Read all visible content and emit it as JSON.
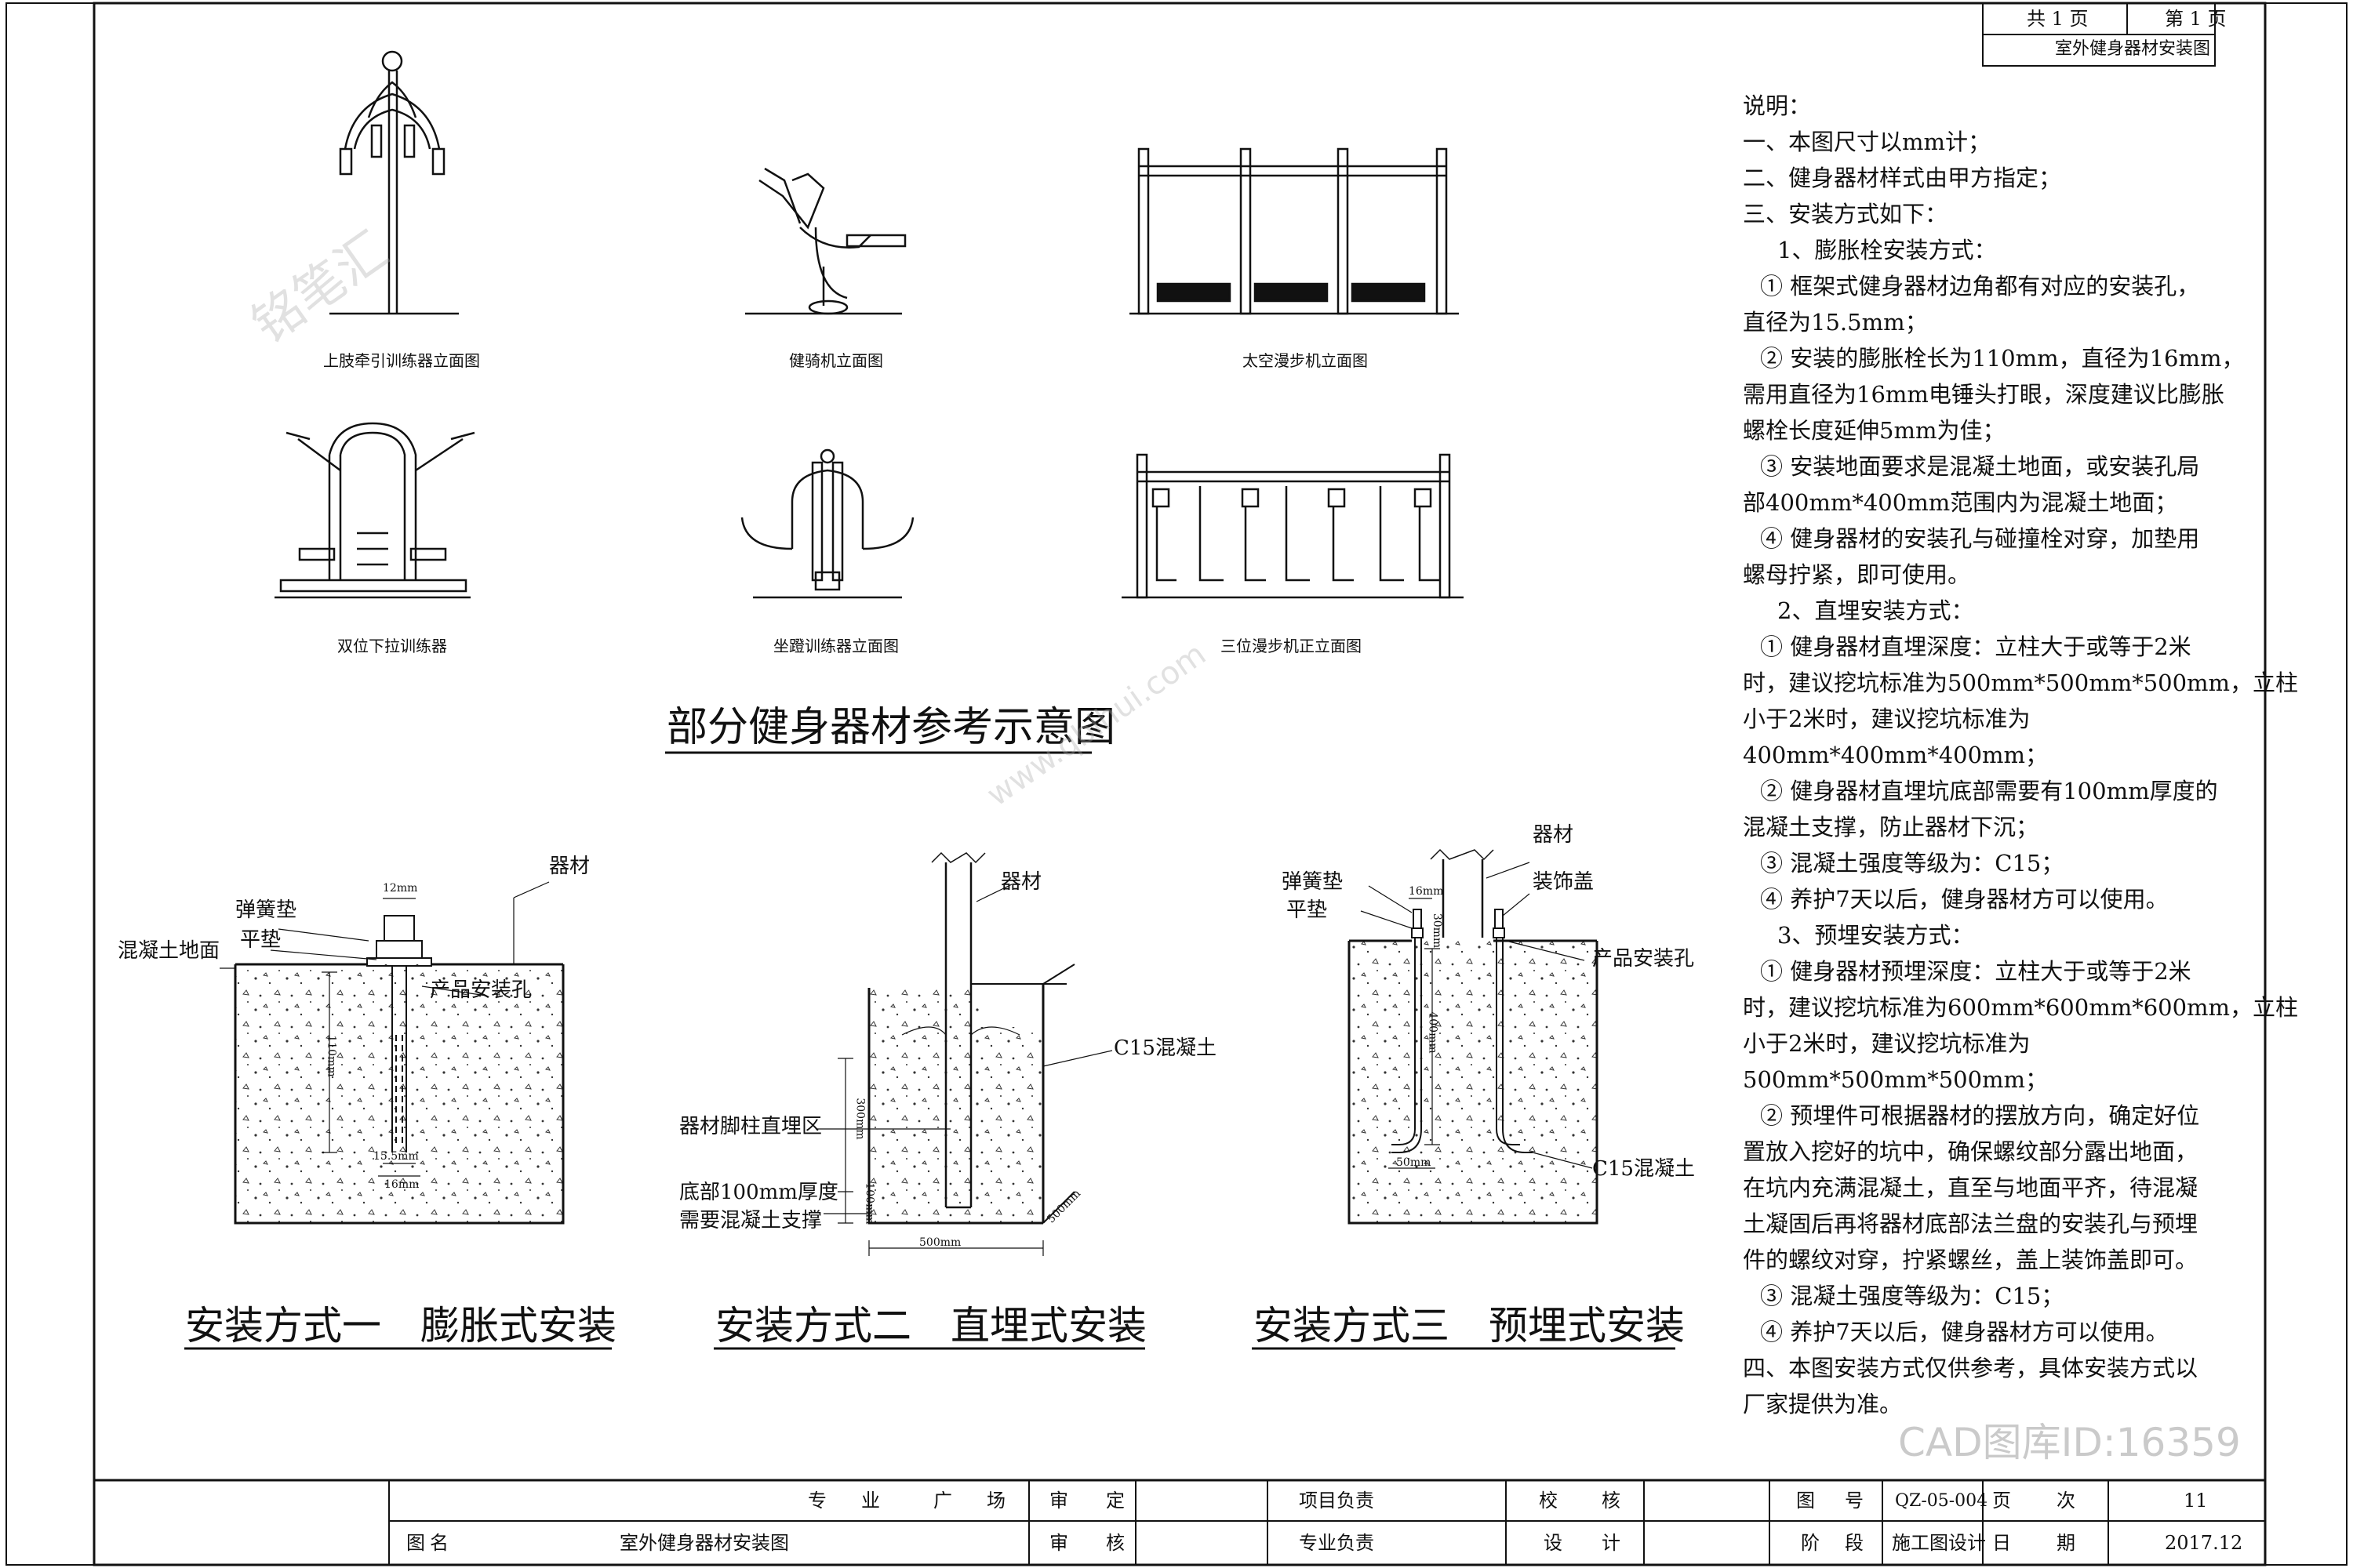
{
  "title_block_top": {
    "total_pages": "共 1 页",
    "page_no": "第 1 页",
    "drawing_title": "室外健身器材安装图"
  },
  "figures": {
    "upper_captions": [
      "上肢牵引训练器立面图",
      "健骑机立面图",
      "太空漫步机立面图"
    ],
    "lower_captions": [
      "双位下拉训练器",
      "坐蹬训练器立面图",
      "三位漫步机正立面图"
    ],
    "reference_title": "部分健身器材参考示意图"
  },
  "method1": {
    "title": "安装方式一　膨胀式安装",
    "labels": [
      "器材",
      "弹簧垫",
      "平垫",
      "混凝土地面",
      "产品安装孔"
    ],
    "dims": [
      "12mm",
      "110mm",
      "15.5mm",
      "16mm"
    ]
  },
  "method2": {
    "title": "安装方式二　直埋式安装",
    "labels": [
      "器材",
      "C15混凝土",
      "器材脚柱直埋区",
      "底部100mm厚度",
      "需要混凝土支撑"
    ],
    "dims": [
      "300mm",
      "100mm",
      "500mm",
      "500mm"
    ]
  },
  "method3": {
    "title": "安装方式三　预埋式安装",
    "labels": [
      "器材",
      "弹簧垫",
      "平垫",
      "装饰盖",
      "产品安装孔",
      "C15混凝土"
    ],
    "dims": [
      "16mm",
      "30mm",
      "400mm",
      "50mm"
    ]
  },
  "notes": [
    "说明：",
    "一、本图尺寸以mm计；",
    "二、健身器材样式由甲方指定；",
    "三、安装方式如下：",
    "1、膨胀栓安装方式：",
    "① 框架式健身器材边角都有对应的安装孔，",
    "直径为15.5mm；",
    "② 安装的膨胀栓长为110mm，直径为16mm，",
    "需用直径为16mm电锤头打眼，深度建议比膨胀",
    "螺栓长度延伸5mm为佳；",
    "③ 安装地面要求是混凝土地面，或安装孔局",
    "部400mm*400mm范围内为混凝土地面；",
    "④ 健身器材的安装孔与碰撞栓对穿，加垫用",
    "螺母拧紧，即可使用。",
    "2、直埋安装方式：",
    "① 健身器材直埋深度：立柱大于或等于2米",
    "时，建议挖坑标准为500mm*500mm*500mm，立柱",
    "小于2米时，建议挖坑标准为",
    "400mm*400mm*400mm；",
    "② 健身器材直埋坑底部需要有100mm厚度的",
    "混凝土支撑，防止器材下沉；",
    "③ 混凝土强度等级为：C15；",
    "④ 养护7天以后，健身器材方可以使用。",
    "3、预埋安装方式：",
    "① 健身器材预埋深度：立柱大于或等于2米",
    "时，建议挖坑标准为600mm*600mm*600mm，立柱",
    "小于2米时，建议挖坑标准为",
    "500mm*500mm*500mm；",
    "② 预埋件可根据器材的摆放方向，确定好位",
    "置放入挖好的坑中，确保螺纹部分露出地面，",
    "在坑内充满混凝土，直至与地面平齐，待混凝",
    "土凝固后再将器材底部法兰盘的安装孔与预埋",
    "件的螺纹对穿，拧紧螺丝，盖上装饰盖即可。",
    "③ 混凝土强度等级为：C15；",
    "④ 养护7天以后，健身器材方可以使用。",
    "四、本图安装方式仅供参考，具体安装方式以",
    "厂家提供为准。"
  ],
  "title_block": {
    "r1": [
      "专",
      "业",
      "广",
      "场",
      "审",
      "定",
      "项目负责",
      "校",
      "核",
      "图",
      "号",
      "QZ-05-004",
      "页",
      "次",
      "11"
    ],
    "r2": [
      "图",
      "名",
      "室外健身器材安装图",
      "审",
      "核",
      "专业负责",
      "设",
      "计",
      "阶",
      "段",
      "施工图设计",
      "日",
      "期",
      "2017.12"
    ]
  },
  "watermarks": [
    "铭笔汇",
    "www.qbihui.com",
    "CAD图库ID:16359"
  ]
}
